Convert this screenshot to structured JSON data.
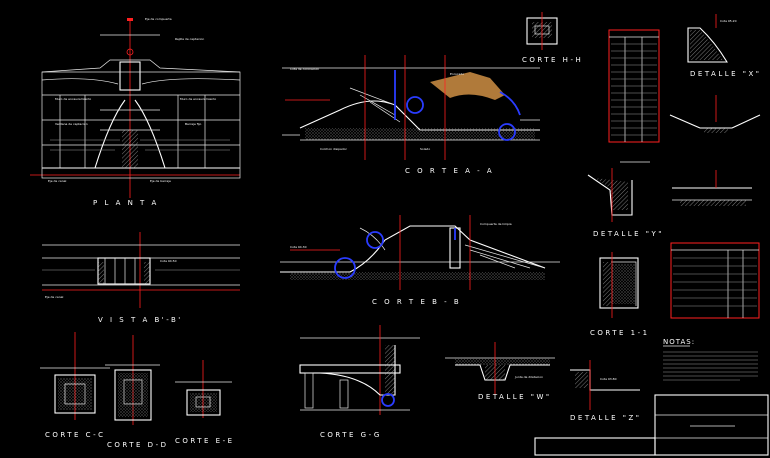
{
  "labels": {
    "planta": "P L A N T A",
    "vista": "V I S T A  B'-B'",
    "corte_hh": "CORTE  H-H",
    "corte_aa": "C O R T E   A - A",
    "corte_bb": "C O R T E   B - B",
    "corte_cc": "CORTE  C-C",
    "corte_dd": "CORTE  D-D",
    "corte_ee": "CORTE  E-E",
    "corte_gg": "CORTE  G-G",
    "corte_11": "CORTE  1-1",
    "detalle_x": "DETALLE \"X\"",
    "detalle_y": "DETALLE \"Y\"",
    "detalle_w": "DETALLE \"W\"",
    "detalle_z": "DETALLE \"Z\"",
    "notas": "NOTAS:"
  },
  "colors": {
    "background": "#000000",
    "lines": "#e8e8e8",
    "dimensions": "#ff2020",
    "water": "#2a3cff",
    "soil": "#b07a3a"
  }
}
